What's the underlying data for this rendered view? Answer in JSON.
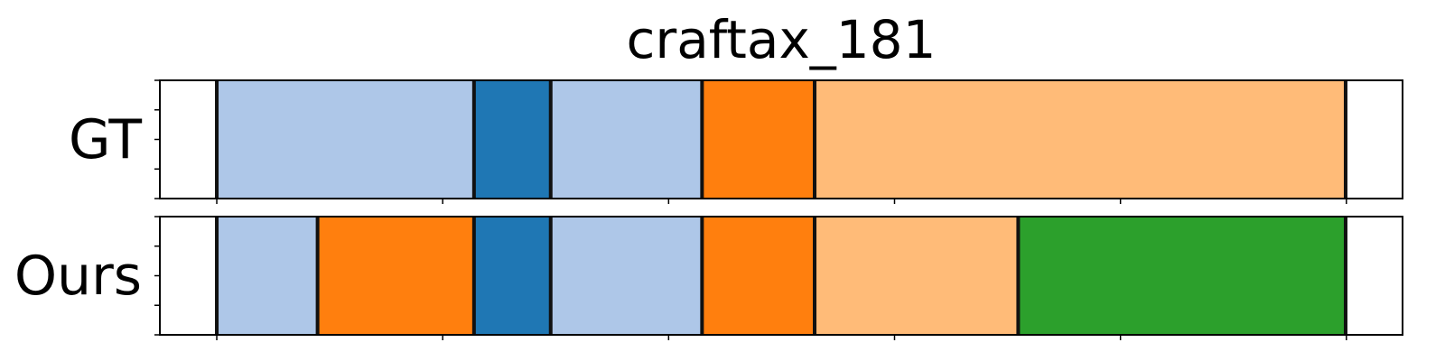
{
  "chart_data": {
    "type": "bar",
    "title": "craftax_181",
    "xlim": [
      0,
      1
    ],
    "grid": false,
    "tick_label_text_shown": false,
    "rows": [
      {
        "label": "GT",
        "segments": [
          {
            "start": 0.0458,
            "end": 0.2528,
            "color": "#aec7e8"
          },
          {
            "start": 0.2528,
            "end": 0.3145,
            "color": "#1f77b4"
          },
          {
            "start": 0.3145,
            "end": 0.4363,
            "color": "#aec7e8"
          },
          {
            "start": 0.4363,
            "end": 0.5269,
            "color": "#ff7f0e"
          },
          {
            "start": 0.5269,
            "end": 0.9542,
            "color": "#ffbb78"
          }
        ]
      },
      {
        "label": "Ours",
        "segments": [
          {
            "start": 0.0458,
            "end": 0.1269,
            "color": "#aec7e8"
          },
          {
            "start": 0.1269,
            "end": 0.2528,
            "color": "#ff7f0e"
          },
          {
            "start": 0.2528,
            "end": 0.3145,
            "color": "#1f77b4"
          },
          {
            "start": 0.3145,
            "end": 0.4363,
            "color": "#aec7e8"
          },
          {
            "start": 0.4363,
            "end": 0.5269,
            "color": "#ff7f0e"
          },
          {
            "start": 0.5269,
            "end": 0.6907,
            "color": "#ffbb78"
          },
          {
            "start": 0.6907,
            "end": 0.9542,
            "color": "#2ca02c"
          }
        ]
      }
    ],
    "x_ticks": [
      0.0458,
      0.2276,
      0.4094,
      0.5912,
      0.773,
      0.9548
    ],
    "y_ticks_per_row": 5
  }
}
